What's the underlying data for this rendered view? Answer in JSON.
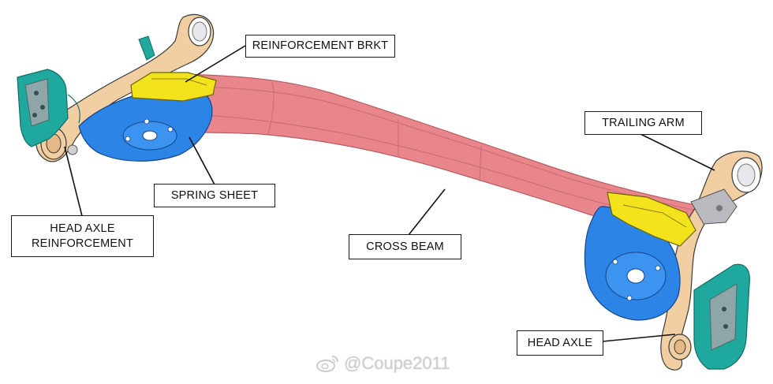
{
  "labels": {
    "reinforcement_brkt": "REINFORCEMENT BRKT",
    "trailing_arm": "TRAILING ARM",
    "spring_sheet": "SPRING SHEET",
    "head_axle_reinforcement_line1": "HEAD AXLE",
    "head_axle_reinforcement_line2": "REINFORCEMENT",
    "cross_beam": "CROSS BEAM",
    "head_axle": "HEAD AXLE"
  },
  "watermark": "@Coupe2011",
  "colors": {
    "cross_beam": "#e9868c",
    "trailing_arm": "#f1cfa3",
    "spring_sheet": "#2b84e6",
    "reinforcement_brkt": "#f2e31d",
    "head_axle": "#1fa89e",
    "outline": "#3a3a3a"
  }
}
